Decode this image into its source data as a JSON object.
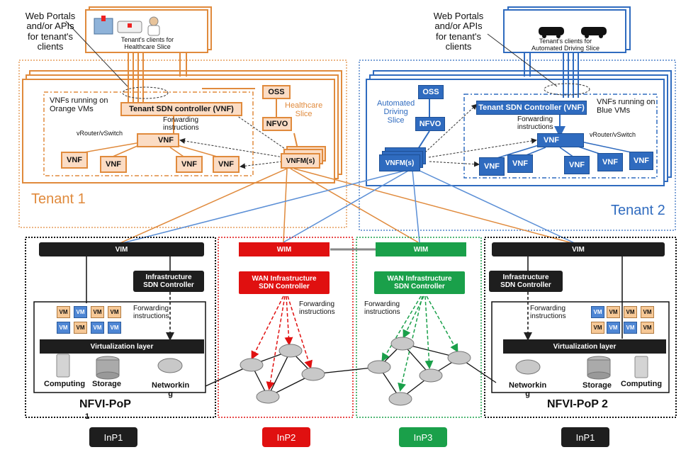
{
  "left_portal": {
    "label_line1": "Web Portals",
    "label_line2": "and/or APIs",
    "label_line3": "for tenant's",
    "label_line4": "clients",
    "clients_line1": "Tenant's clients for",
    "clients_line2": "Healthcare Slice"
  },
  "right_portal": {
    "label_line1": "Web Portals",
    "label_line2": "and/or APIs",
    "label_line3": "for tenant's",
    "label_line4": "clients",
    "clients_line1": "Tenant's clients for",
    "clients_line2": "Automated Driving Slice"
  },
  "tenant1": {
    "name": "Tenant 1",
    "vnfs_line1": "VNFs running on",
    "vnfs_line2": "Orange VMs",
    "sdn_controller": "Tenant SDN controller (VNF)",
    "oss": "OSS",
    "slice_line1": "Healthcare",
    "slice_line2": "Slice",
    "nfvo": "NFVO",
    "forwarding_line1": "Forwarding",
    "forwarding_line2": "instructions",
    "vrouter": "vRouter/vSwitch",
    "router_vnf": "VNF",
    "vnfm": "VNFM(s)",
    "vnfs": [
      "VNF",
      "VNF",
      "VNF",
      "VNF"
    ]
  },
  "tenant2": {
    "name": "Tenant 2",
    "oss": "OSS",
    "slice_line1": "Automated",
    "slice_line2": "Driving",
    "slice_line3": "Slice",
    "nfvo": "NFVO",
    "sdn_controller": "Tenant SDN Controller (VNF)",
    "vnfs_line1": "VNFs running on",
    "vnfs_line2": "Blue VMs",
    "forwarding_line1": "Forwarding",
    "forwarding_line2": "instructions",
    "vrouter": "vRouter/vSwitch",
    "router_vnf": "VNF",
    "vnfm": "VNFM(s)",
    "vnfs": [
      "VNF",
      "VNF",
      "VNF",
      "VNF",
      "VNF"
    ]
  },
  "nfvi_left": {
    "vim": "VIM",
    "infra_line1": "Infrastructure",
    "infra_line2": "SDN Controller",
    "forwarding_line1": "Forwarding",
    "forwarding_line2": "instructions",
    "vm_label": "VM",
    "virtualization": "Virtualization layer",
    "computing": "Computing",
    "storage": "Storage",
    "networking": "Networkin",
    "networking_tail": "g",
    "title": "NFVI-PoP",
    "title_tail": "1",
    "inp": "InP1"
  },
  "wan_red": {
    "wim": "WIM",
    "controller_line1": "WAN Infrastructure",
    "controller_line2": "SDN Controller",
    "forwarding_line1": "Forwarding",
    "forwarding_line2": "instructions",
    "inp": "InP2"
  },
  "wan_green": {
    "wim": "WIM",
    "controller_line1": "WAN Infrastructure",
    "controller_line2": "SDN Controller",
    "forwarding_line1": "Forwarding",
    "forwarding_line2": "instructions",
    "inp": "InP3"
  },
  "nfvi_right": {
    "vim": "VIM",
    "infra_line1": "Infrastructure",
    "infra_line2": "SDN Controller",
    "forwarding_line1": "Forwarding",
    "forwarding_line2": "instructions",
    "vm_label": "VM",
    "virtualization": "Virtualization layer",
    "networking": "Networkin",
    "networking_tail": "g",
    "storage": "Storage",
    "computing": "Computing",
    "title": "NFVI-PoP 2",
    "inp": "InP1"
  },
  "colors": {
    "orange": "#e08a3c",
    "orange_fill": "#fbdcc4",
    "blue": "#2f6bbf",
    "red": "#e01010",
    "green": "#1aa04a",
    "black": "#1e1e1e"
  }
}
